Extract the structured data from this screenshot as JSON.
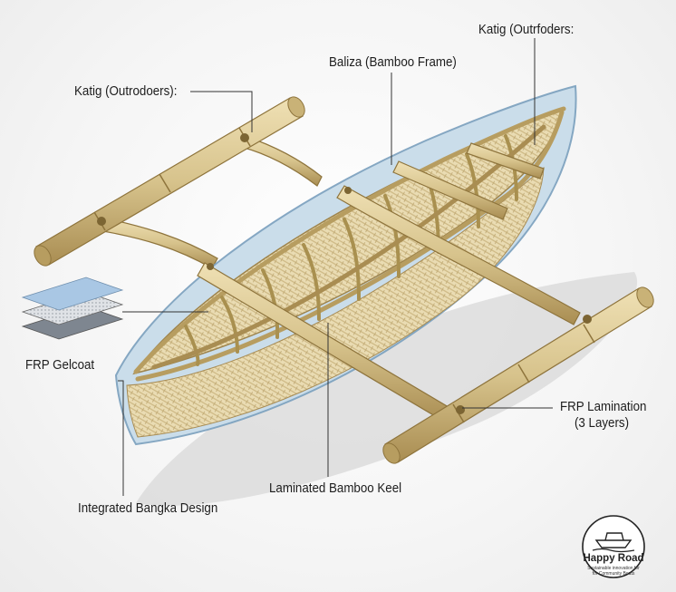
{
  "labels": {
    "katig_left": "Katig (Outrodoers):",
    "baliza": "Baliza (Bamboo Frame)",
    "katig_right": "Katig (Outrfoders:",
    "frp_gelcoat": "FRP Gelcoat",
    "frp_lamination_line1": "FRP Lamination",
    "frp_lamination_line2": "(3 Layers)",
    "laminated_keel": "Laminated Bamboo Keel",
    "integrated_design": "Integrated Bangka Design"
  },
  "logo": {
    "name": "Happy Road",
    "tagline_line1": "Sustainable innovation for",
    "tagline_line2": "for Community Boats"
  },
  "colors": {
    "bamboo": "#d7c38c",
    "bamboo_dark": "#a78a4d",
    "frp_shell": "#b9d3e6",
    "weave": "#e7d9b0",
    "leader_line": "#333333"
  }
}
